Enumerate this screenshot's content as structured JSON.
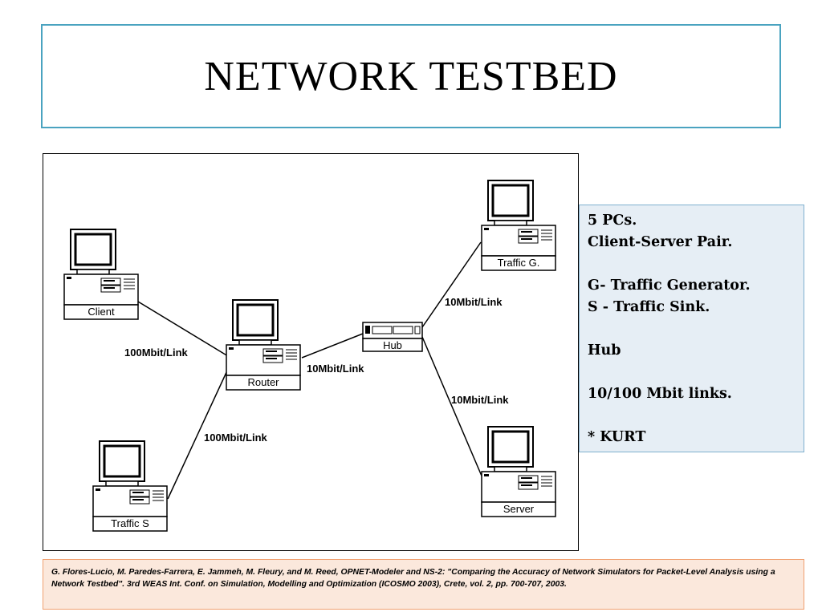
{
  "slide": {
    "title": "NETWORK TESTBED"
  },
  "diagram": {
    "nodes": {
      "client": "Client",
      "router": "Router",
      "hub": "Hub",
      "traffic_g": "Traffic G.",
      "traffic_s": "Traffic S",
      "server": "Server"
    },
    "links": {
      "client_router": "100Mbit/Link",
      "traffics_router": "100Mbit/Link",
      "router_hub": "10Mbit/Link",
      "hub_trafficg": "10Mbit/Link",
      "hub_server": "10Mbit/Link"
    }
  },
  "info": {
    "lines": [
      "5 PCs.",
      "Client-Server Pair.",
      "",
      "G- Traffic Generator.",
      "S - Traffic Sink.",
      "",
      "Hub",
      "",
      "10/100 Mbit links.",
      "",
      "* KURT"
    ]
  },
  "reference": {
    "text": "G. Flores-Lucio, M. Paredes-Farrera, E. Jammeh, M. Fleury, and M. Reed, OPNET-Modeler and NS-2: \"Comparing the Accuracy of Network Simulators for Packet-Level Analysis using a Network Testbed\". 3rd WEAS Int. Conf. on Simulation, Modelling and Optimization (ICOSMO 2003), Crete, vol. 2, pp. 700-707, 2003."
  }
}
